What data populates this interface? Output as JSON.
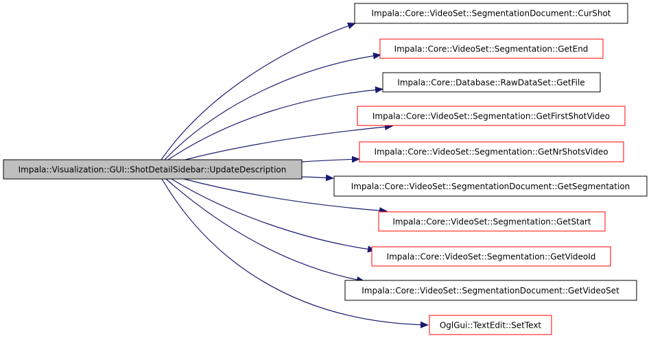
{
  "diagram": {
    "source": {
      "id": "src",
      "label": "Impala::Visualization::GUI::ShotDetailSidebar::UpdateDescription",
      "style": "highlighted"
    },
    "targets": [
      {
        "id": "t0",
        "label": "Impala::Core::VideoSet::SegmentationDocument::CurShot",
        "border": "black"
      },
      {
        "id": "t1",
        "label": "Impala::Core::VideoSet::Segmentation::GetEnd",
        "border": "red"
      },
      {
        "id": "t2",
        "label": "Impala::Core::Database::RawDataSet::GetFile",
        "border": "black"
      },
      {
        "id": "t3",
        "label": "Impala::Core::VideoSet::Segmentation::GetFirstShotVideo",
        "border": "red"
      },
      {
        "id": "t4",
        "label": "Impala::Core::VideoSet::Segmentation::GetNrShotsVideo",
        "border": "red"
      },
      {
        "id": "t5",
        "label": "Impala::Core::VideoSet::SegmentationDocument::GetSegmentation",
        "border": "black"
      },
      {
        "id": "t6",
        "label": "Impala::Core::VideoSet::Segmentation::GetStart",
        "border": "red"
      },
      {
        "id": "t7",
        "label": "Impala::Core::VideoSet::Segmentation::GetVideoId",
        "border": "red"
      },
      {
        "id": "t8",
        "label": "Impala::Core::VideoSet::SegmentationDocument::GetVideoSet",
        "border": "black"
      },
      {
        "id": "t9",
        "label": "OglGui::TextEdit::SetText",
        "border": "red"
      }
    ],
    "colors": {
      "edge": "#191970",
      "highlight_fill": "#bfbfbf",
      "node_fill": "#ffffff",
      "border_black": "#000000",
      "border_red": "#ff0000"
    }
  }
}
